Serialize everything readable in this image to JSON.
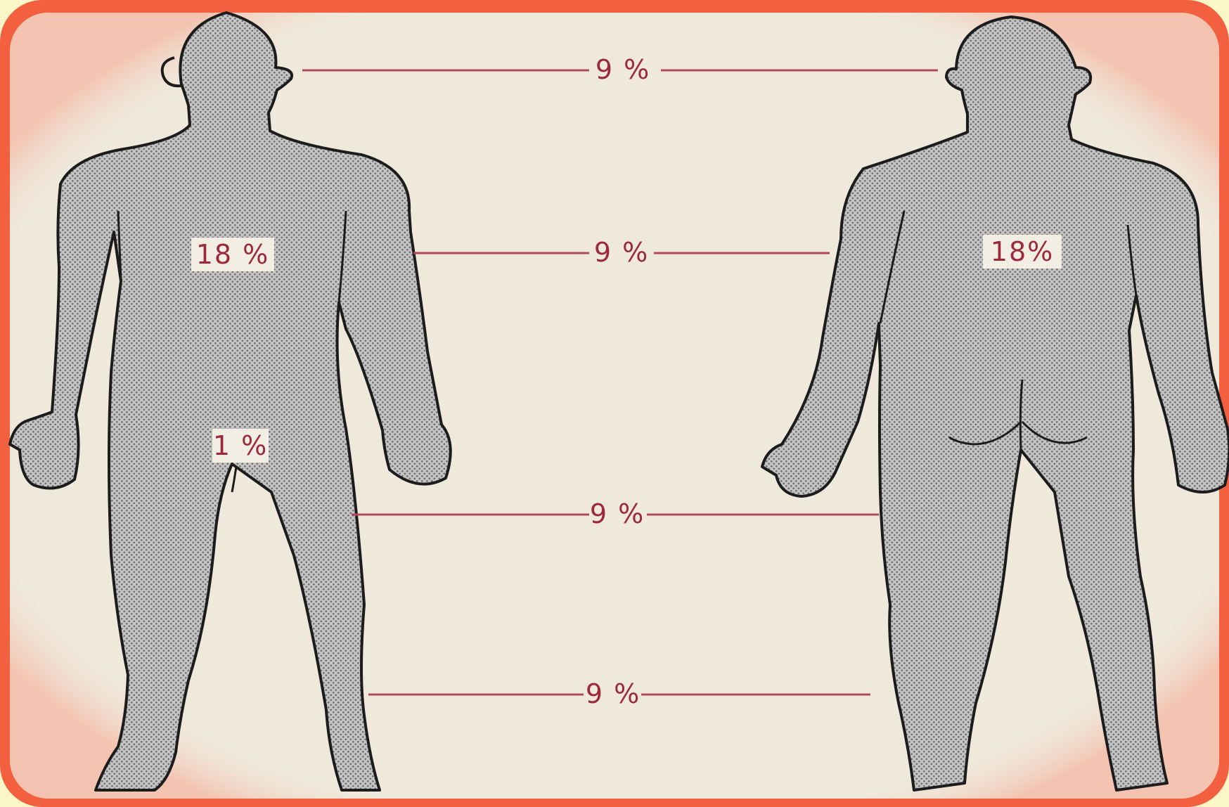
{
  "colors": {
    "frame": "#f2603f",
    "paper": "#efe9dc",
    "body_fill": "#bdbdbd",
    "outline": "#1c1c1c",
    "guide_line": "#b0495e",
    "label_text": "#9c2a3c",
    "label_bg": "#f3eee4",
    "slide_background": "#fbf6c8"
  },
  "figures": {
    "front": {
      "name": "front-view",
      "labels": {
        "torso": "18 %",
        "genital": "1 %"
      }
    },
    "back": {
      "name": "back-view",
      "labels": {
        "torso": "18%"
      }
    }
  },
  "guides": {
    "head": "9 %",
    "arm": "9 %",
    "upper_leg": "9 %",
    "lower_leg": "9 %"
  }
}
